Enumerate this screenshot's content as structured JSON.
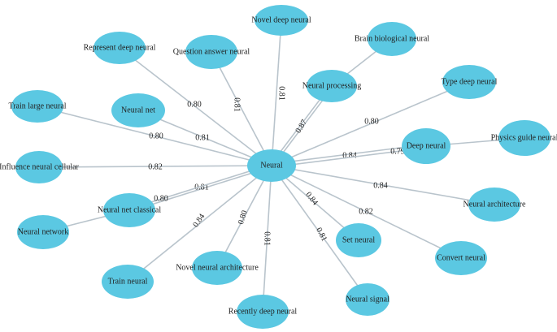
{
  "colors": {
    "node_fill": "#5bc8e2",
    "edge": "#b9c4cc",
    "text": "#222222",
    "background": "#ffffff"
  },
  "center": {
    "id": "neural",
    "label": "Neural"
  },
  "nodes": [
    {
      "id": "novel-deep",
      "label": "Novel deep neural"
    },
    {
      "id": "represent-deep",
      "label": "Represent deep neural"
    },
    {
      "id": "question-answer",
      "label": "Question answer neural"
    },
    {
      "id": "brain-biological",
      "label": "Brain biological neural"
    },
    {
      "id": "neural-processing",
      "label": "Neural processing"
    },
    {
      "id": "type-deep",
      "label": "Type deep neural"
    },
    {
      "id": "train-large",
      "label": "Train large neural"
    },
    {
      "id": "neural-net",
      "label": "Neural net"
    },
    {
      "id": "deep-neural",
      "label": "Deep neural"
    },
    {
      "id": "physics-guide",
      "label": "Physics guide neural"
    },
    {
      "id": "influence-cellular",
      "label": "Influence neural cellular"
    },
    {
      "id": "net-classical",
      "label": "Neural net classical"
    },
    {
      "id": "neural-architecture",
      "label": "Neural architecture"
    },
    {
      "id": "neural-network",
      "label": "Neural network"
    },
    {
      "id": "set-neural",
      "label": "Set neural"
    },
    {
      "id": "convert-neural",
      "label": "Convert neural"
    },
    {
      "id": "novel-architecture",
      "label": "Novel neural architecture"
    },
    {
      "id": "train-neural",
      "label": "Train neural"
    },
    {
      "id": "neural-signal",
      "label": "Neural signal"
    },
    {
      "id": "recently-deep",
      "label": "Recently deep neural"
    }
  ],
  "edges": [
    {
      "from": "neural",
      "to": "novel-deep",
      "weight": "0.81"
    },
    {
      "from": "neural",
      "to": "represent-deep",
      "weight": "0.80"
    },
    {
      "from": "neural",
      "to": "question-answer",
      "weight": "0.81"
    },
    {
      "from": "neural",
      "to": "neural-processing",
      "weight": "0.87"
    },
    {
      "from": "neural-processing",
      "to": "brain-biological",
      "weight": ""
    },
    {
      "from": "neural",
      "to": "type-deep",
      "weight": "0.80"
    },
    {
      "from": "neural",
      "to": "train-large",
      "weight": "0.80"
    },
    {
      "from": "neural",
      "to": "neural-net",
      "weight": "0.81"
    },
    {
      "from": "neural",
      "to": "deep-neural",
      "weight": "0.84"
    },
    {
      "from": "neural",
      "to": "deep-neural",
      "weight": "0.79"
    },
    {
      "from": "deep-neural",
      "to": "physics-guide",
      "weight": ""
    },
    {
      "from": "neural",
      "to": "influence-cellular",
      "weight": "0.82"
    },
    {
      "from": "neural",
      "to": "net-classical",
      "weight": "0.81"
    },
    {
      "from": "neural",
      "to": "net-classical",
      "weight": "0.80"
    },
    {
      "from": "net-classical",
      "to": "neural-network",
      "weight": ""
    },
    {
      "from": "neural",
      "to": "neural-architecture",
      "weight": "0.84"
    },
    {
      "from": "neural",
      "to": "set-neural",
      "weight": "0.84"
    },
    {
      "from": "neural",
      "to": "convert-neural",
      "weight": "0.82"
    },
    {
      "from": "neural",
      "to": "novel-architecture",
      "weight": "0.80"
    },
    {
      "from": "neural",
      "to": "train-neural",
      "weight": "0.84"
    },
    {
      "from": "neural",
      "to": "neural-signal",
      "weight": "0.81"
    },
    {
      "from": "neural",
      "to": "recently-deep",
      "weight": "0.81"
    }
  ]
}
